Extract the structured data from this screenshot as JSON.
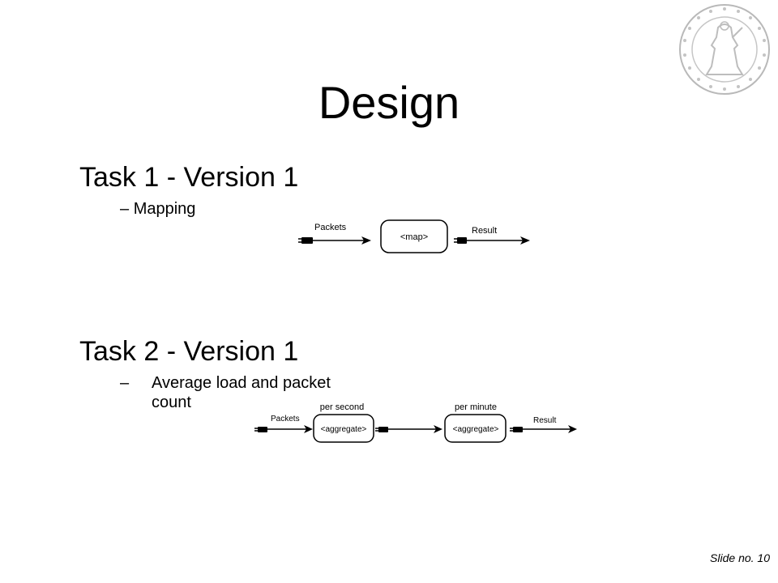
{
  "slide": {
    "title": "Design",
    "slide_number": "Slide no. 10"
  },
  "task1": {
    "heading": "Task 1 - Version 1",
    "bullet_dash": "–",
    "bullet_text": "Mapping",
    "diagram": {
      "input_label": "Packets",
      "node_label": "<map>",
      "output_label": "Result"
    }
  },
  "task2": {
    "heading": "Task 2 - Version 1",
    "bullet_dash": "–",
    "bullet_line1": "Average load and packet",
    "bullet_line2": "count",
    "diagram": {
      "input_label": "Packets",
      "node1_title": "per second",
      "node1_label": "<aggregate>",
      "node2_title": "per minute",
      "node2_label": "<aggregate>",
      "output_label": "Result"
    }
  },
  "logo": {
    "name": "university-seal"
  }
}
